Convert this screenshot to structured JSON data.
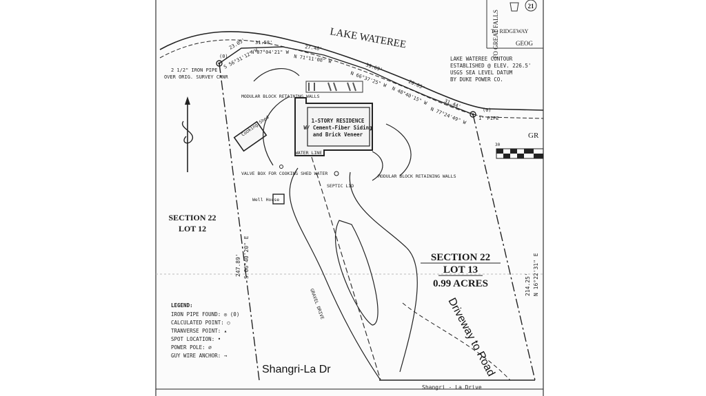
{
  "colors": {
    "paper": "#fbfbfb",
    "ink": "#1e1e1e",
    "hatch": "#555555"
  },
  "water": {
    "name": "LAKE WATEREE"
  },
  "header": {
    "route_number": "21",
    "to_great_falls": "TO GREAT FALLS",
    "to_ridgeway": "TO RIDGEWAY",
    "partial_word_right": "GEOG",
    "partial_word_right_mid": "GR"
  },
  "contour_note": {
    "line1": "LAKE WATEREE CONTOUR",
    "line2": "ESTABLISHED @ ELEV. 226.5'",
    "line3": "USGS SEA LEVEL DATUM",
    "line4": "BY DUKE POWER CO."
  },
  "corners": {
    "top_left_note_1": "2 1/2\" IRON PIPE",
    "top_left_note_2": "OVER ORIG. SURVEY CRNR",
    "top_right_note": "1\" PIPE",
    "iron_mark": "(0)"
  },
  "bearings": {
    "b1_dist": "23.05'",
    "b1_brg": "S 56°31'12\" W",
    "b2_dist": "31.58'",
    "b2_brg": "N 87°04'21\" W",
    "b3_dist": "27.48'",
    "b3_brg": "N 71°11'08\" W",
    "b4_dist": "39.69'",
    "b4_brg": "N 66°37'25\" W",
    "b5_dist": "20.85'",
    "b5_brg": "N 48°40'15\" W",
    "b6_dist": "31.44'",
    "b6_brg": "N 77°24'49\" W",
    "west_dist": "247.89'",
    "west_brg": "S 06°40'20\" E",
    "east_dist": "214.25'",
    "east_brg": "N 16°22'31\" E"
  },
  "residence": {
    "line1": "1-STORY RESIDENCE",
    "line2": "W/ Cement-Fiber Siding",
    "line3": "and Brick Veneer"
  },
  "features": {
    "shed": "Cooking Shed",
    "retaining_left": "MODULAR BLOCK RETAINING WALLS",
    "retaining_right": "MODULAR BLOCK RETAINING WALLS",
    "water_line": "WATER LINE",
    "valve_box": "VALVE BOX FOR COOKING SHED WATER",
    "well": "Well House",
    "septic": "SEPTIC LID",
    "gravel_drive": "GRAVEL DRIVE"
  },
  "section_left": {
    "line1": "SECTION 22",
    "line2": "LOT 12"
  },
  "section_main": {
    "line1": "SECTION 22",
    "line2": "LOT 13",
    "line3": "0.99 ACRES"
  },
  "legend": {
    "title": "LEGEND:",
    "items": [
      "IRON PIPE FOUND: ◎ (0)",
      "CALCULATED POINT: ○",
      "TRANVERSE POINT: ▴",
      "SPOT LOCATION: •",
      "POWER POLE: ⌀",
      "GUY WIRE ANCHOR: →"
    ]
  },
  "scale_bar": {
    "label": "30"
  },
  "annotations": {
    "street_label": "Shangri-La Dr",
    "driveway_label": "Driveway to Road",
    "bottom_street": "Shangri - La  Drive"
  }
}
